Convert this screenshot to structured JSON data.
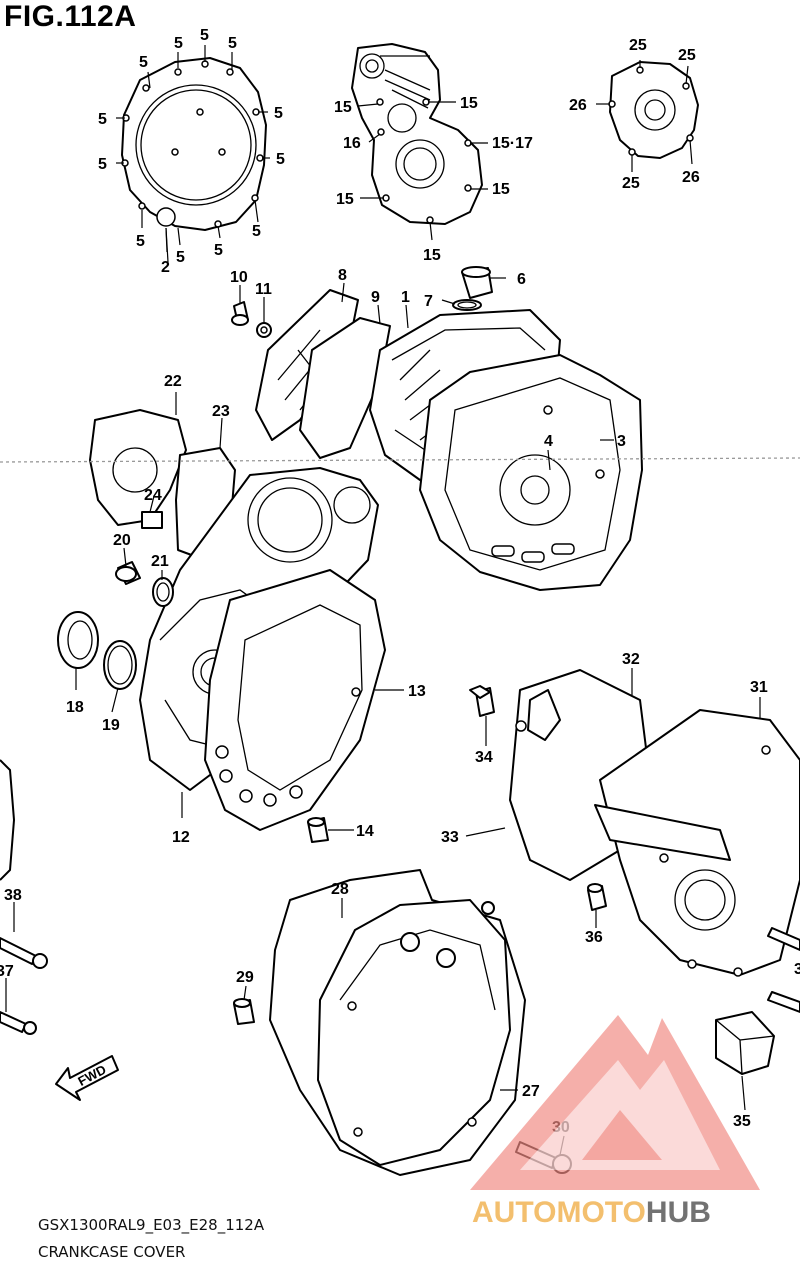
{
  "figure": {
    "title": "FIG.112A",
    "model_code": "GSX1300RAL9_E03_E28_112A",
    "caption": "CRANKCASE COVER"
  },
  "parts": {
    "p1": "1",
    "p2": "2",
    "p3": "3",
    "p4": "4",
    "p5": "5",
    "p6": "6",
    "p7": "7",
    "p8": "8",
    "p9": "9",
    "p10": "10",
    "p11": "11",
    "p12": "12",
    "p13": "13",
    "p14": "14",
    "p15": "15",
    "p15_17": "15·17",
    "p16": "16",
    "p18": "18",
    "p19": "19",
    "p20": "20",
    "p21": "21",
    "p22": "22",
    "p23": "23",
    "p24": "24",
    "p25": "25",
    "p26": "26",
    "p27": "27",
    "p28": "28",
    "p29": "29",
    "p30": "30",
    "p31": "31",
    "p32": "32",
    "p33": "33",
    "p34": "34",
    "p35": "35",
    "p36": "36",
    "p37": "37",
    "p38": "38",
    "p3_edge": "3"
  },
  "fwd_label": "FWD",
  "watermark": {
    "part1": "AUTOMOTO",
    "part2": "HUB",
    "color_red": "#e8322b",
    "color_orange": "#f2a33a",
    "color_gray": "#3d3d3d"
  }
}
